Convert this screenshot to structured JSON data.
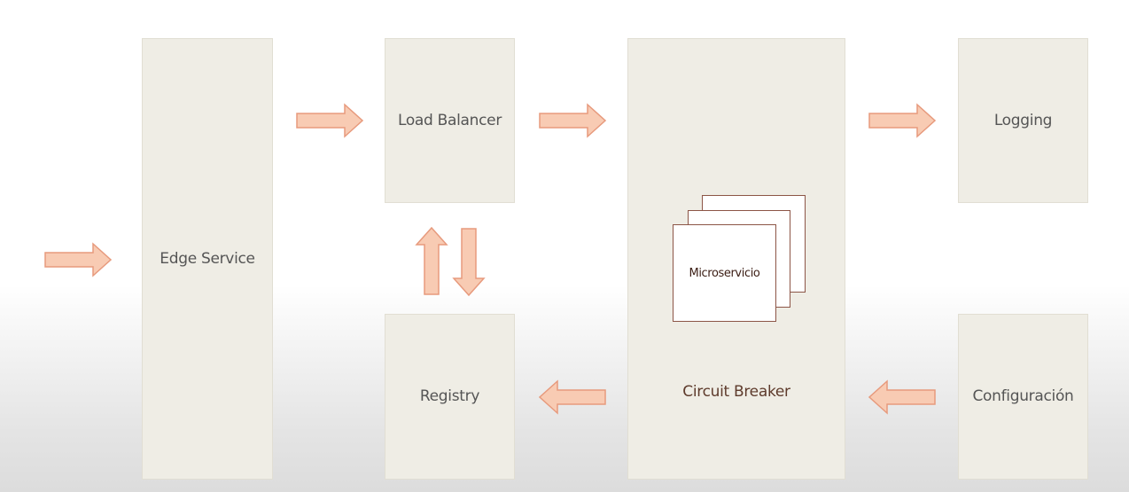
{
  "diagram": {
    "edge_service": {
      "label": "Edge Service"
    },
    "load_balancer": {
      "label": "Load Balancer"
    },
    "registry": {
      "label": "Registry"
    },
    "circuit_breaker": {
      "label": "Circuit Breaker"
    },
    "microservice": {
      "label": "Microservicio"
    },
    "logging": {
      "label": "Logging"
    },
    "configuration": {
      "label": "Configuración"
    }
  },
  "colors": {
    "box_fill": "#efede5",
    "arrow_fill": "#f8cbb3",
    "arrow_stroke": "#e79a7d",
    "card_border": "#8c5546"
  },
  "arrows": [
    {
      "from": "outside",
      "to": "edge-service",
      "direction": "right"
    },
    {
      "from": "edge-service",
      "to": "load-balancer",
      "direction": "right"
    },
    {
      "from": "load-balancer",
      "to": "circuit-breaker",
      "direction": "right"
    },
    {
      "from": "circuit-breaker",
      "to": "logging",
      "direction": "right"
    },
    {
      "from": "registry",
      "to": "load-balancer",
      "direction": "up"
    },
    {
      "from": "load-balancer",
      "to": "registry",
      "direction": "down"
    },
    {
      "from": "circuit-breaker",
      "to": "registry",
      "direction": "left"
    },
    {
      "from": "configuration",
      "to": "circuit-breaker",
      "direction": "left"
    }
  ]
}
